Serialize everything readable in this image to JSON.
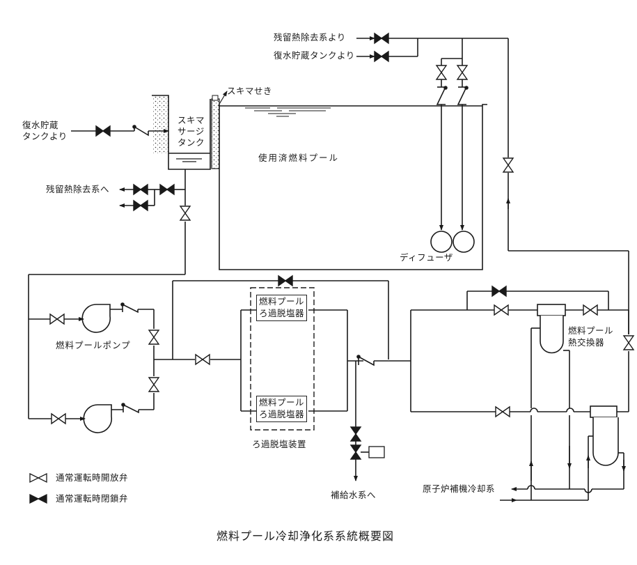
{
  "diagram": {
    "title": "燃料プール冷却浄化系系統概要図",
    "inlets": {
      "residual_heat_removal_from": "残留熱除去系より",
      "condensate_tank_from_top": "復水貯蔵タンクより",
      "condensate_tank_from_left_line1": "復水貯蔵",
      "condensate_tank_from_left_line2": "タンクより"
    },
    "outlets": {
      "to_residual_heat_removal": "残留熱除去系へ",
      "to_makeup_water": "補給水系へ",
      "reactor_aux_cooling": "原子炉補機冷却系"
    },
    "components": {
      "skimmer_weir": "スキマせき",
      "skimmer_surge_tank_line1": "スキマ",
      "skimmer_surge_tank_line2": "サージ",
      "skimmer_surge_tank_line3": "タンク",
      "spent_fuel_pool": "使用済燃料プール",
      "diffuser": "ディフューザ",
      "fuel_pool_pump": "燃料プールポンプ",
      "demineralizer_upper_line1": "燃料プール",
      "demineralizer_upper_line2": "ろ過脱塩器",
      "demineralizer_lower_line1": "燃料プール",
      "demineralizer_lower_line2": "ろ過脱塩器",
      "demineralizer_unit": "ろ過脱塩装置",
      "heat_exchanger_line1": "燃料プール",
      "heat_exchanger_line2": "熱交換器"
    },
    "legend": [
      {
        "symbol": "open-valve",
        "label": "通常運転時開放弁"
      },
      {
        "symbol": "closed-valve",
        "label": "通常運転時閉鎖弁"
      }
    ],
    "colors": {
      "line": "#1a1a1a",
      "background": "#ffffff"
    }
  }
}
